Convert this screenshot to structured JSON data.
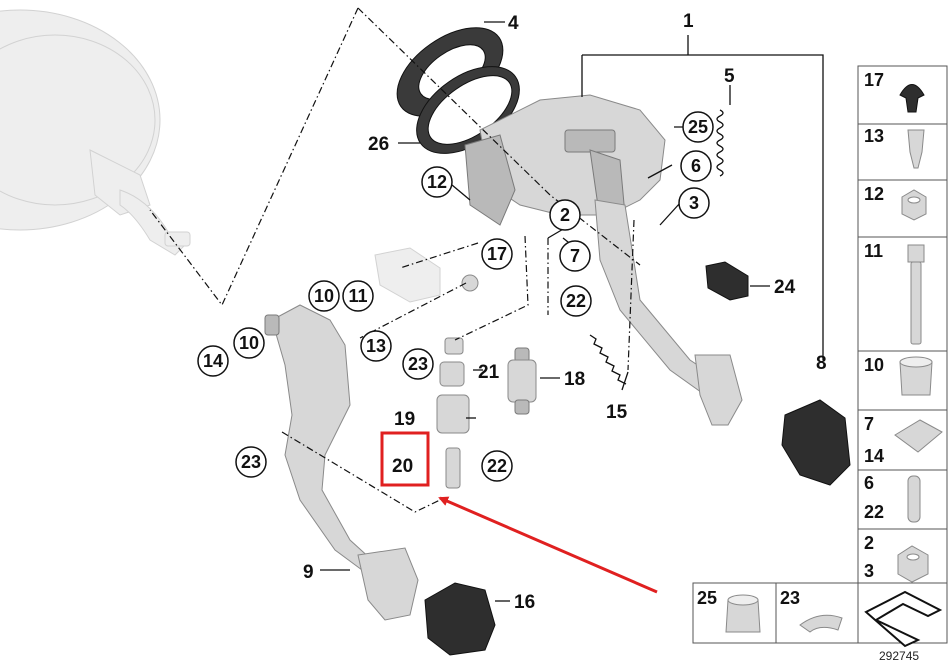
{
  "labels": {
    "l1": "1",
    "l4": "4",
    "l5": "5",
    "l26": "26",
    "l25": "25",
    "l6": "6",
    "l3": "3",
    "l12": "12",
    "l2": "2",
    "l17": "17",
    "l7": "7",
    "l24": "24",
    "l10a": "10",
    "l11": "11",
    "l22a": "22",
    "l13": "13",
    "l14": "14",
    "l10b": "10",
    "l23a": "23",
    "l21": "21",
    "l18": "18",
    "l15": "15",
    "l8": "8",
    "l19": "19",
    "l20": "20",
    "l22b": "22",
    "l23b": "23",
    "l9": "9",
    "l16": "16"
  },
  "sidebar": {
    "items": [
      "17",
      "13",
      "12",
      "11",
      "10",
      "7",
      "14",
      "6",
      "22",
      "2",
      "3"
    ]
  },
  "bottom_box": {
    "items": [
      "25",
      "23"
    ]
  },
  "doc_number": "292745",
  "colors": {
    "highlight": "#e02020",
    "arrow": "#e02020",
    "line": "#111111"
  }
}
